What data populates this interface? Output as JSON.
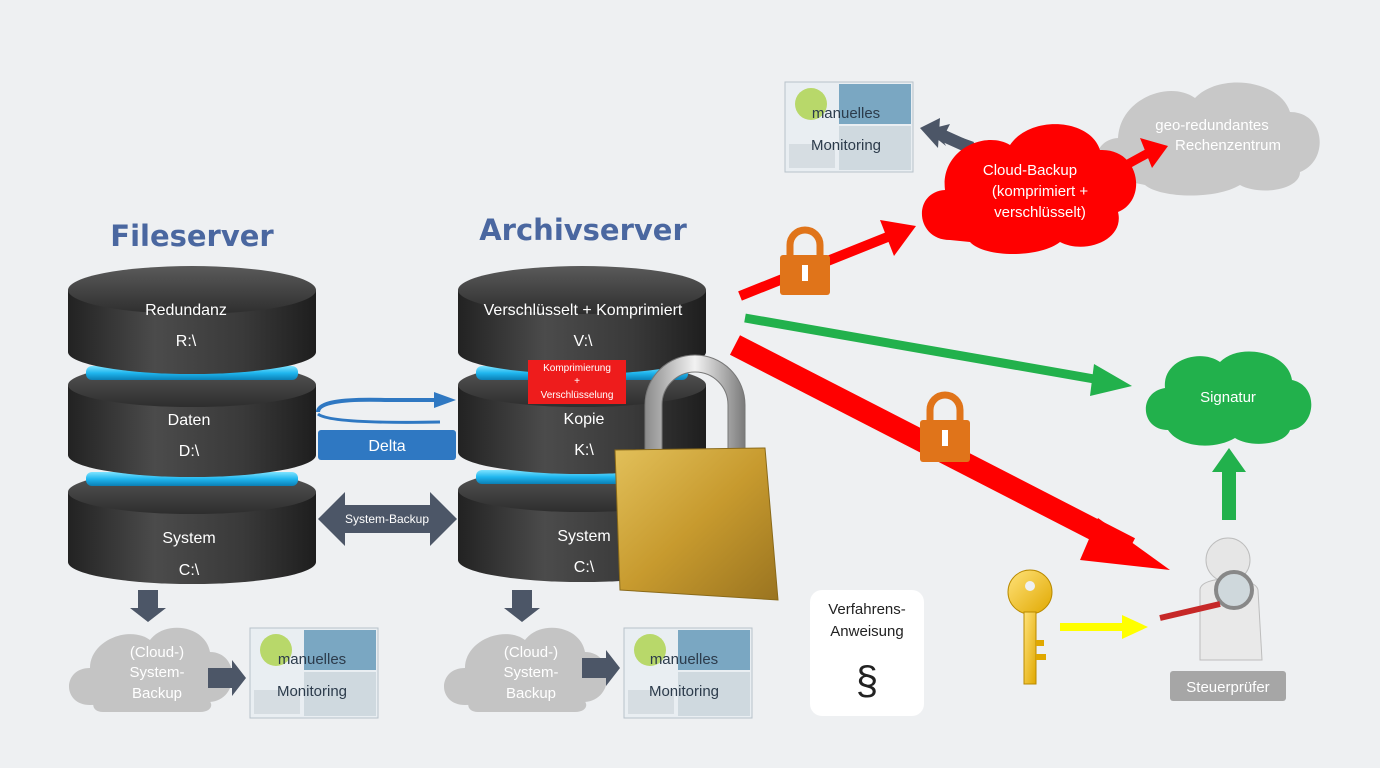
{
  "fileserver": {
    "title": "Fileserver",
    "disks": [
      {
        "name": "Redundanz",
        "drive": "R:\\"
      },
      {
        "name": "Daten",
        "drive": "D:\\"
      },
      {
        "name": "System",
        "drive": "C:\\"
      }
    ],
    "cloud_backup": [
      "(Cloud-)",
      "System-",
      "Backup"
    ],
    "monitoring": [
      "manuelles",
      "Monitoring"
    ]
  },
  "archivserver": {
    "title": "Archivserver",
    "disks": [
      {
        "name": "Verschlüsselt + Komprimiert",
        "drive": "V:\\"
      },
      {
        "name": "Kopie",
        "drive": "K:\\"
      },
      {
        "name": "System",
        "drive": "C:\\"
      }
    ],
    "process_label": [
      "Komprimierung",
      "+",
      "Verschlüsselung"
    ],
    "cloud_backup": [
      "(Cloud-)",
      "System-",
      "Backup"
    ],
    "monitoring": [
      "manuelles",
      "Monitoring"
    ]
  },
  "delta_label": "Delta",
  "system_backup_label": "System-Backup",
  "cloud_backup": [
    "Cloud-Backup",
    "(komprimiert +",
    "verschlüsselt)"
  ],
  "geo_center": [
    "geo-redundantes",
    "Rechenzentrum"
  ],
  "top_monitoring": [
    "manuelles",
    "Monitoring"
  ],
  "signature": "Signatur",
  "procedure": [
    "Verfahrens-",
    "Anweisung"
  ],
  "paragraph_symbol": "§",
  "auditor": "Steuerprüfer",
  "colors": {
    "heading": "#4a67a0",
    "disk": "#3a3a3a",
    "ring": "#2ec6f5",
    "red": "#ff0000",
    "green": "#22b14c",
    "yellow": "#ffff00",
    "slate": "#4c5667",
    "blue": "#2f78c2",
    "gray_cloud": "#c4c4c4",
    "lock_orange": "#e0741a",
    "padlock_gold": "#c9a136"
  }
}
